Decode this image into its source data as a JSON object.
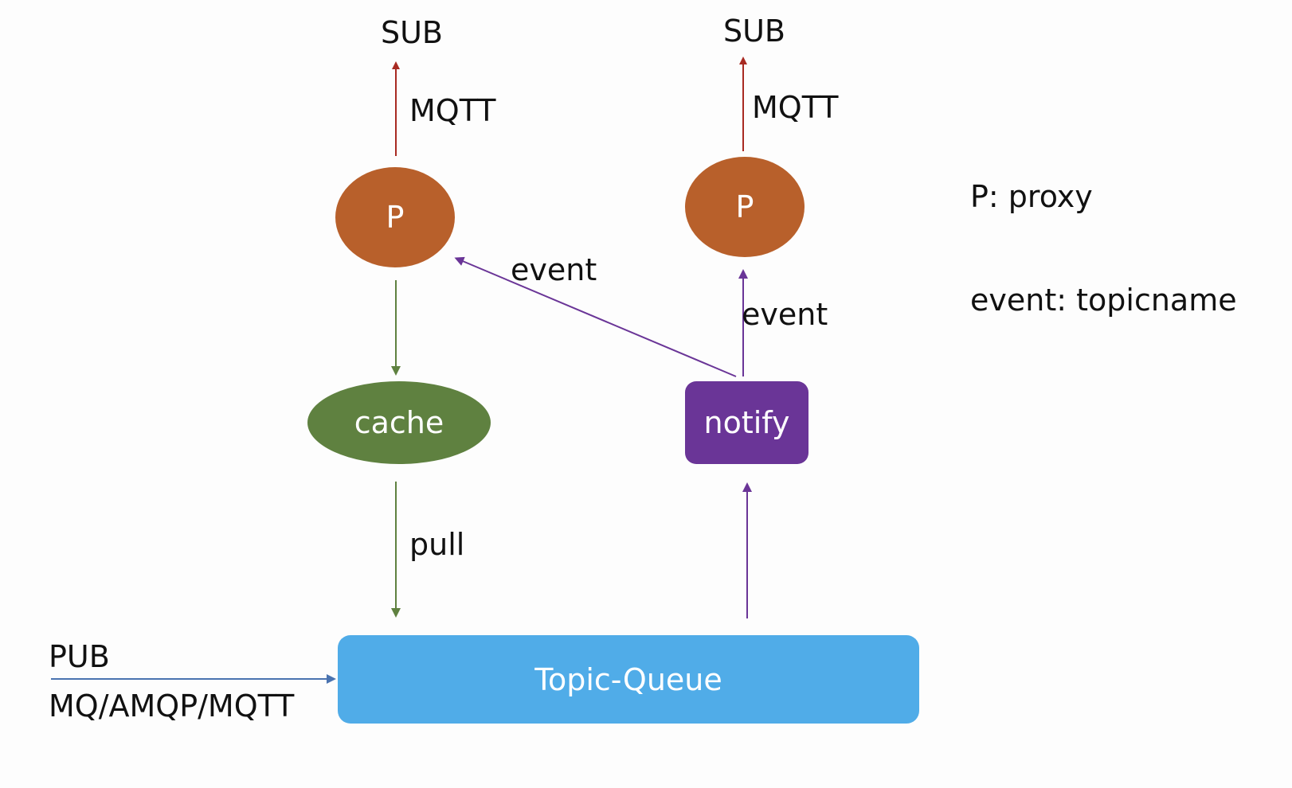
{
  "colors": {
    "proxy": "#b8602b",
    "cache": "#5f8140",
    "notify": "#6a3597",
    "queue": "#50ace8",
    "mqtt_arrow": "#a82a22",
    "pull_arrow": "#5f8140",
    "event_arrow": "#6a3597",
    "pub_arrow": "#4a73b0"
  },
  "nodes": {
    "proxy_left": "P",
    "proxy_right": "P",
    "cache": "cache",
    "notify": "notify",
    "queue": "Topic-Queue"
  },
  "labels": {
    "sub_left": "SUB",
    "sub_right": "SUB",
    "mqtt_left": "MQTT",
    "mqtt_right": "MQTT",
    "event_diagonal": "event",
    "event_vertical": "event",
    "pull": "pull",
    "pub": "PUB",
    "pub_protocols": "MQ/AMQP/MQTT"
  },
  "legend": [
    "P: proxy",
    "event: topicname"
  ]
}
